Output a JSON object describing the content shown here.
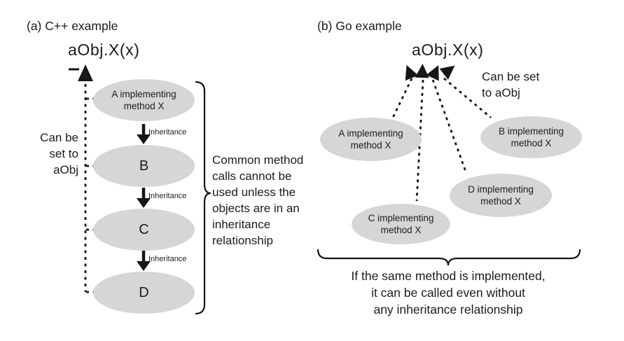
{
  "colors": {
    "background": "#ffffff",
    "ellipse_fill": "#d6d6d6",
    "text_color": "#1c1c1c",
    "line_color": "#161616"
  },
  "panel_a": {
    "heading": "(a) C++ example",
    "call_expression": "aObj.X(x)",
    "side_label_lines": [
      "Can be",
      "set to",
      "aObj"
    ],
    "node_a_lines": [
      "A implementing",
      "method X"
    ],
    "node_b": "B",
    "node_c": "C",
    "node_d": "D",
    "inheritance_label": "Inheritance",
    "brace_note_lines": [
      "Common method",
      "calls cannot be",
      "used unless the",
      "objects are in an",
      "inheritance",
      "relationship"
    ]
  },
  "panel_b": {
    "heading": "(b) Go example",
    "call_expression": "aObj.X(x)",
    "side_label_lines": [
      "Can be set",
      "to aObj"
    ],
    "node_a_lines": [
      "A implementing",
      "method X"
    ],
    "node_b_lines": [
      "B implementing",
      "method X"
    ],
    "node_c_lines": [
      "C implementing",
      "method X"
    ],
    "node_d_lines": [
      "D implementing",
      "method X"
    ],
    "note_lines": [
      "If the same method is implemented,",
      "it can be called even without",
      "any inheritance relationship"
    ]
  }
}
